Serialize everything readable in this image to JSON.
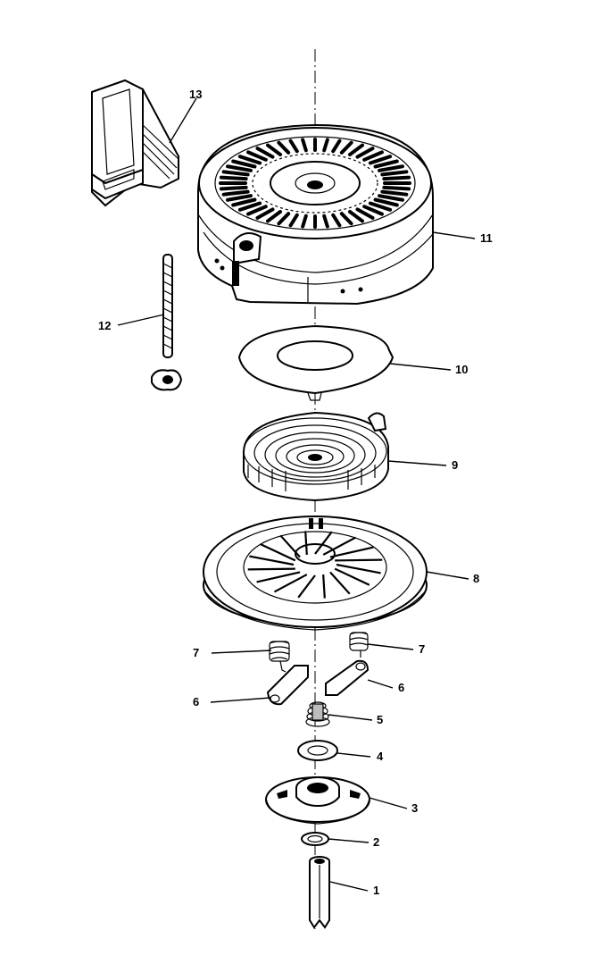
{
  "callouts": [
    {
      "id": "1",
      "text": "1"
    },
    {
      "id": "2",
      "text": "2"
    },
    {
      "id": "3",
      "text": "3"
    },
    {
      "id": "4",
      "text": "4"
    },
    {
      "id": "5",
      "text": "5"
    },
    {
      "id": "6a",
      "text": "6"
    },
    {
      "id": "6b",
      "text": "6"
    },
    {
      "id": "7a",
      "text": "7"
    },
    {
      "id": "7b",
      "text": "7"
    },
    {
      "id": "8",
      "text": "8"
    },
    {
      "id": "9",
      "text": "9"
    },
    {
      "id": "10",
      "text": "10"
    },
    {
      "id": "11",
      "text": "11"
    },
    {
      "id": "12",
      "text": "12"
    },
    {
      "id": "13",
      "text": "13"
    }
  ]
}
